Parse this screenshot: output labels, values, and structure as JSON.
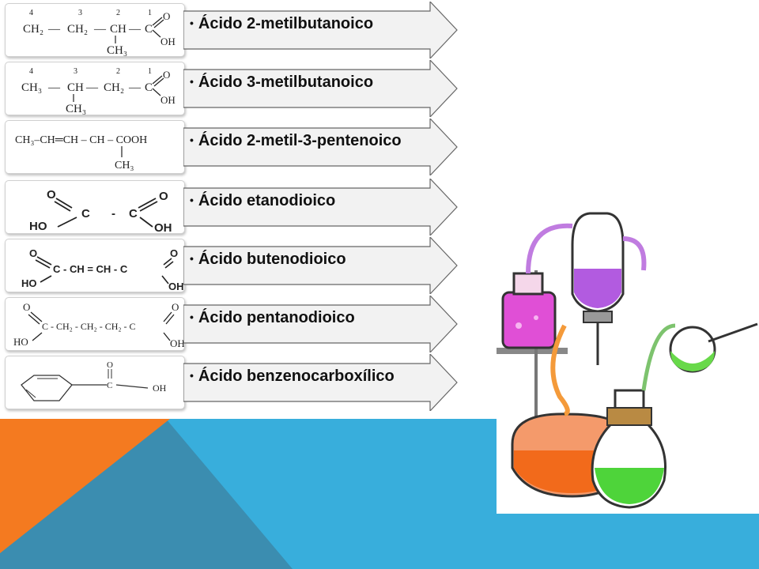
{
  "slide": {
    "colors": {
      "orange": "#F47A20",
      "sky_blue": "#38AEDC",
      "dark_teal": "#3B8DB0",
      "arrow_fill": "#F2F2F2",
      "arrow_stroke": "#555555"
    },
    "rows": [
      {
        "name": "Ácido 2-metilbutanoico",
        "formula": {
          "numbers": [
            "4",
            "3",
            "2",
            "1"
          ],
          "main": [
            "CH₂",
            "—",
            "CH₂",
            "—",
            "CH",
            "—",
            "C"
          ],
          "o_top": "O",
          "oh": "OH",
          "branch": "CH₃"
        }
      },
      {
        "name": "Ácido 3-metilbutanoico",
        "formula": {
          "numbers": [
            "4",
            "3",
            "2",
            "1"
          ],
          "main": [
            "CH₃",
            "—",
            "CH",
            "—",
            "CH₂",
            "—",
            "C"
          ],
          "o_top": "O",
          "oh": "OH",
          "branch": "CH₃"
        }
      },
      {
        "name": "Ácido 2-metil-3-pentenoico",
        "formula": {
          "main": "CH₃–CH═CH – CH – COOH",
          "branch": "CH₃"
        }
      },
      {
        "name": "Ácido etanodioico",
        "formula": {
          "o_left": "O",
          "o_right": "O",
          "c_left": "C",
          "dash": "-",
          "c_right": "C",
          "ho": "HO",
          "oh": "OH"
        }
      },
      {
        "name": "Ácido butenodioico",
        "formula": {
          "o_left": "O",
          "o_right": "O",
          "chain": "C  -  CH  =  CH  -  C",
          "ho": "HO",
          "oh": "OH"
        }
      },
      {
        "name": "Ácido pentanodioico",
        "formula": {
          "o_left": "O",
          "o_right": "O",
          "chain": "C - CH₂ - CH₂ - CH₂ - C",
          "ho": "HO",
          "oh": "OH"
        }
      },
      {
        "name": "Ácido benzenocarboxílico",
        "formula": {
          "o_top": "O",
          "c": "C",
          "oh": "OH"
        }
      }
    ],
    "lab_image": {
      "icon": "chemistry-lab-apparatus-icon"
    }
  }
}
